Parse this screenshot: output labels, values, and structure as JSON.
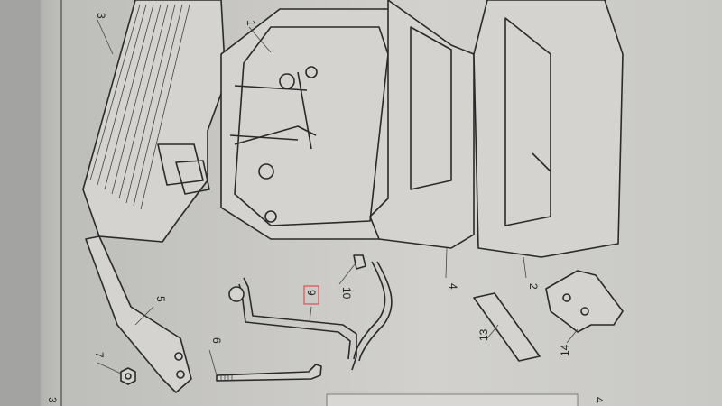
{
  "diagram": {
    "title": "Battery assembly exploded parts diagram",
    "highlighted_part": "9",
    "highlight_color": "#d9534f",
    "parts": [
      {
        "id": "p1",
        "label": "1"
      },
      {
        "id": "p2",
        "label": "2"
      },
      {
        "id": "p3",
        "label": "3"
      },
      {
        "id": "p4",
        "label": "4"
      },
      {
        "id": "p5",
        "label": "5"
      },
      {
        "id": "p6",
        "label": "6"
      },
      {
        "id": "p7",
        "label": "7"
      },
      {
        "id": "p9",
        "label": "9"
      },
      {
        "id": "p10",
        "label": "10"
      },
      {
        "id": "p13",
        "label": "13"
      },
      {
        "id": "p14",
        "label": "14"
      }
    ],
    "edge_marks": [
      "3",
      "4"
    ]
  }
}
